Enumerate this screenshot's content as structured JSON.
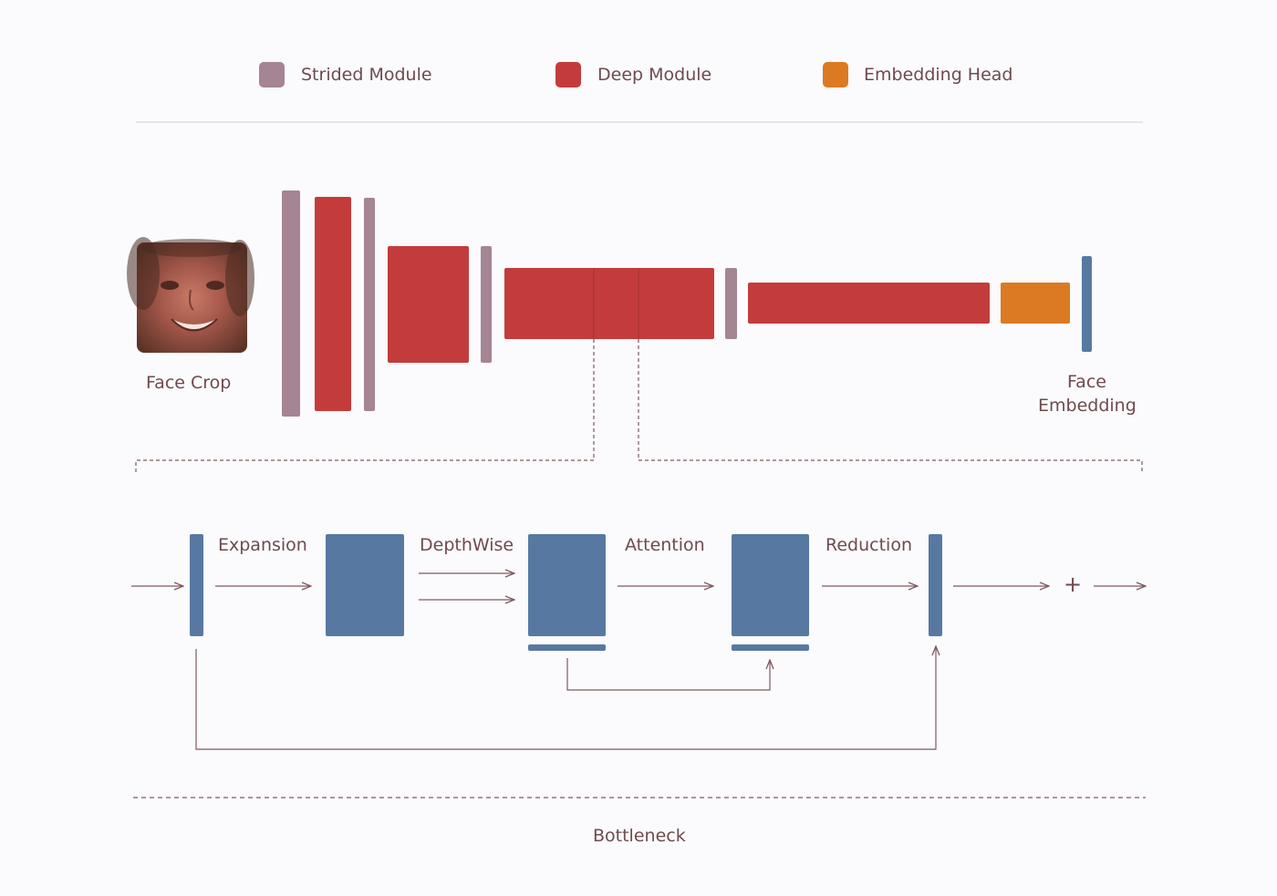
{
  "legend": {
    "items": [
      {
        "label": "Strided Module",
        "color": "#a58494"
      },
      {
        "label": "Deep Module",
        "color": "#c33c3b"
      },
      {
        "label": "Embedding Head",
        "color": "#db7a22"
      }
    ]
  },
  "network": {
    "input_label": "Face Crop",
    "output_label_line1": "Face",
    "output_label_line2": "Embedding",
    "embedding_color": "#5779a1"
  },
  "bottleneck": {
    "steps": [
      "Expansion",
      "DepthWise",
      "Attention",
      "Reduction"
    ],
    "plus_symbol": "+",
    "title": "Bottleneck",
    "block_color": "#5779a1"
  },
  "colors": {
    "text": "#6e4a4e",
    "line": "#7c5a60",
    "divider": "#dedde2"
  }
}
